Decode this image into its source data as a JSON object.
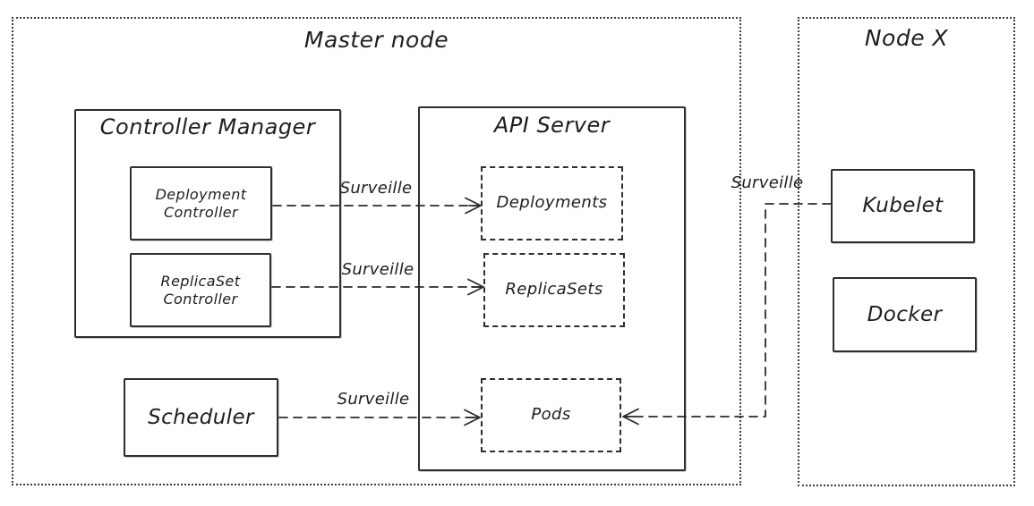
{
  "canvas": {
    "background": "#ffffff",
    "stroke": "#1e1e1e"
  },
  "master_node": {
    "title": "Master node",
    "controller_manager": {
      "title": "Controller Manager",
      "deployment_controller": {
        "label": "Deployment Controller"
      },
      "replicaset_controller": {
        "label": "ReplicaSet Controller"
      }
    },
    "api_server": {
      "title": "API Server",
      "deployments": {
        "label": "Deployments"
      },
      "replicasets": {
        "label": "ReplicaSets"
      },
      "pods": {
        "label": "Pods"
      }
    },
    "scheduler": {
      "label": "Scheduler"
    }
  },
  "node_x": {
    "title": "Node X",
    "kubelet": {
      "label": "Kubelet"
    },
    "docker": {
      "label": "Docker"
    }
  },
  "arrows": [
    {
      "from": "deployment-controller",
      "to": "deployments",
      "label": "Surveille"
    },
    {
      "from": "replicaset-controller",
      "to": "replicasets",
      "label": "Surveille"
    },
    {
      "from": "scheduler",
      "to": "pods",
      "label": "Surveille"
    },
    {
      "from": "kubelet",
      "to": "pods",
      "label": "Surveille"
    }
  ]
}
